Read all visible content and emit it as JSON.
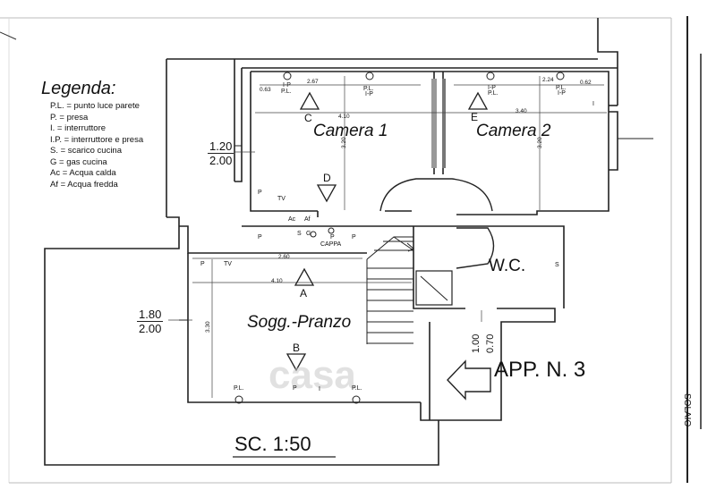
{
  "legend": {
    "title": "Legenda:",
    "items": [
      "P.L. = punto luce parete",
      "P. = presa",
      "I. = interruttore",
      "I.P. = interruttore e presa",
      "S. = scarico cucina",
      "G = gas cucina",
      "Ac = Acqua calda",
      "Af = Acqua fredda"
    ]
  },
  "rooms": {
    "camera1": "Camera 1",
    "camera2": "Camera 2",
    "soggiorno": "Sogg.-Pranzo",
    "wc": "W.C."
  },
  "apartment_label": "APP. N. 3",
  "scale_label": "SC. 1:50",
  "watermark": "casa",
  "side_label": "SOLAIO",
  "ratios": {
    "left_upper": {
      "top": "1.20",
      "bottom": "2.00"
    },
    "left_lower": {
      "top": "1.80",
      "bottom": "2.00"
    },
    "door": {
      "top": "0.70",
      "bottom": "1.00"
    }
  },
  "dimensions": {
    "cam1_width": "2.67",
    "cam1_offset": "0.63",
    "cam1_span": "4.10",
    "cam1_height": "3.20",
    "cam2_width": "2.24",
    "cam2_offset": "0.62",
    "cam2_span": "3.40",
    "cam2_height": "3.20",
    "sogg_width": "2.60",
    "sogg_span": "4.10",
    "sogg_height": "3.30"
  },
  "sections": {
    "a": "A",
    "b": "B",
    "c": "C",
    "d": "D",
    "e": "E"
  },
  "fixtures": {
    "pl": "P.L.",
    "ip": "I-P",
    "p": "P",
    "tv": "TV",
    "i": "I",
    "s": "S",
    "g": "G",
    "ac": "Ac",
    "af": "Af",
    "cappa": "CAPPA"
  }
}
